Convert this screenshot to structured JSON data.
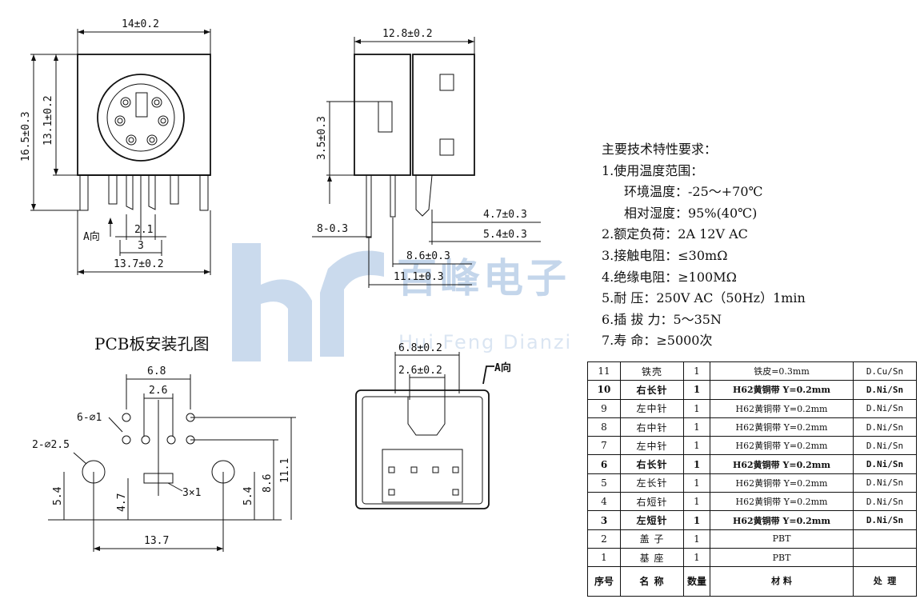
{
  "watermark": {
    "brand": "百峰电子",
    "subtitle": "Hui Feng Dianzi",
    "color": "#1e63b4"
  },
  "front_view": {
    "width": "14±0.2",
    "total_height": "16.5±0.3",
    "body_height": "13.1±0.2",
    "pin_pitch": "2.1",
    "pin_span": "3",
    "base_width": "13.7±0.2",
    "direction": "A向"
  },
  "side_view": {
    "width": "12.8±0.2",
    "window_height": "3.5±0.3",
    "pin_offset": "8-0.3",
    "dim_a": "4.7±0.3",
    "dim_b": "5.4±0.3",
    "dim_c": "8.6±0.3",
    "dim_d": "11.1±0.3"
  },
  "bottom_view": {
    "outer_width": "6.8±0.2",
    "inner_width": "2.6±0.2",
    "direction": "A向"
  },
  "pcb_layout": {
    "title": "PCB板安装孔图",
    "width_outer": "6.8",
    "width_inner": "2.6",
    "small_holes": "6-⌀1",
    "big_holes": "2-⌀2.5",
    "slot": "3×1",
    "left_height": "5.4",
    "slot_height": "4.7",
    "right_height_a": "5.4",
    "right_height_b": "8.6",
    "right_height_c": "11.1",
    "base_width": "13.7"
  },
  "specs": {
    "title": "主要技术特性要求：",
    "items": [
      {
        "text": "1.使用温度范围：",
        "indent": false
      },
      {
        "text": "环境温度：-25～+70℃",
        "indent": true
      },
      {
        "text": "相对湿度：95%(40℃)",
        "indent": true
      },
      {
        "text": "2.额定负荷：2A 12V AC",
        "indent": false
      },
      {
        "text": "3.接触电阻：≤30mΩ",
        "indent": false
      },
      {
        "text": "4.绝缘电阻：≥100MΩ",
        "indent": false
      },
      {
        "text": "5.耐   压：250V AC（50Hz）1min",
        "indent": false
      },
      {
        "text": "6.插 拔 力：5～35N",
        "indent": false
      },
      {
        "text": "7.寿    命：≥5000次",
        "indent": false
      }
    ]
  },
  "bom": {
    "rows": [
      {
        "no": "11",
        "name": "铁壳",
        "qty": "1",
        "material": "铁皮=0.3mm",
        "finish": "D.Cu/Sn",
        "bold": false
      },
      {
        "no": "10",
        "name": "右长针",
        "qty": "1",
        "material": "H62黄铜带 Y=0.2mm",
        "finish": "D.Ni/Sn",
        "bold": true
      },
      {
        "no": "9",
        "name": "左中针",
        "qty": "1",
        "material": "H62黄铜带 Y=0.2mm",
        "finish": "D.Ni/Sn",
        "bold": false
      },
      {
        "no": "8",
        "name": "右中针",
        "qty": "1",
        "material": "H62黄铜带 Y=0.2mm",
        "finish": "D.Ni/Sn",
        "bold": false
      },
      {
        "no": "7",
        "name": "左中针",
        "qty": "1",
        "material": "H62黄铜带 Y=0.2mm",
        "finish": "D.Ni/Sn",
        "bold": false
      },
      {
        "no": "6",
        "name": "右长针",
        "qty": "1",
        "material": "H62黄铜带 Y=0.2mm",
        "finish": "D.Ni/Sn",
        "bold": true
      },
      {
        "no": "5",
        "name": "左长针",
        "qty": "1",
        "material": "H62黄铜带 Y=0.2mm",
        "finish": "D.Ni/Sn",
        "bold": false
      },
      {
        "no": "4",
        "name": "右短针",
        "qty": "1",
        "material": "H62黄铜带 Y=0.2mm",
        "finish": "D.Ni/Sn",
        "bold": false
      },
      {
        "no": "3",
        "name": "左短针",
        "qty": "1",
        "material": "H62黄铜带 Y=0.2mm",
        "finish": "D.Ni/Sn",
        "bold": true
      },
      {
        "no": "2",
        "name": "盖 子",
        "qty": "1",
        "material": "PBT",
        "finish": "",
        "bold": false
      },
      {
        "no": "1",
        "name": "基 座",
        "qty": "1",
        "material": "PBT",
        "finish": "",
        "bold": false
      }
    ],
    "header": {
      "no": "序号",
      "name": "名 称",
      "qty": "数量",
      "material": "材 料",
      "finish": "处 理"
    }
  }
}
